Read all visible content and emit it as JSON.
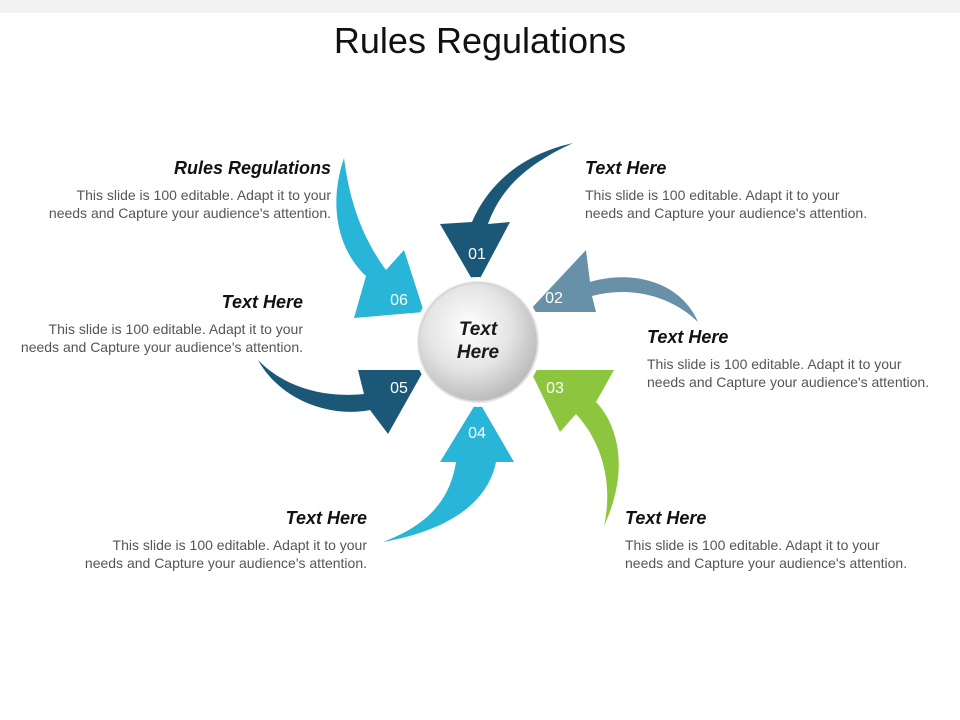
{
  "title": "Rules Regulations",
  "hub": {
    "line1": "Text",
    "line2": "Here"
  },
  "arrows": [
    {
      "number": "01",
      "color": "#1b5878"
    },
    {
      "number": "02",
      "color": "#6890a8"
    },
    {
      "number": "03",
      "color": "#8cc63f"
    },
    {
      "number": "04",
      "color": "#29b5d8"
    },
    {
      "number": "05",
      "color": "#1b5878"
    },
    {
      "number": "06",
      "color": "#29b5d8"
    }
  ],
  "blocks": [
    {
      "heading": "Rules Regulations",
      "line1": "This slide is 100 editable. Adapt it to your",
      "line2": "needs and Capture your audience's attention."
    },
    {
      "heading": "Text Here",
      "line1": "This slide is 100 editable. Adapt it to your",
      "line2": "needs and Capture your audience's attention."
    },
    {
      "heading": "Text Here",
      "line1": "This slide is 100 editable. Adapt it to your",
      "line2": "needs and Capture your audience's attention."
    },
    {
      "heading": "Text Here",
      "line1": "This slide is 100 editable. Adapt it to your",
      "line2": "needs and Capture your audience's attention."
    },
    {
      "heading": "Text Here",
      "line1": "This slide is 100 editable. Adapt it to your",
      "line2": "needs and Capture your audience's attention."
    },
    {
      "heading": "Text Here",
      "line1": "This slide is 100 editable. Adapt it to your",
      "line2": "needs and Capture your audience's attention."
    }
  ]
}
